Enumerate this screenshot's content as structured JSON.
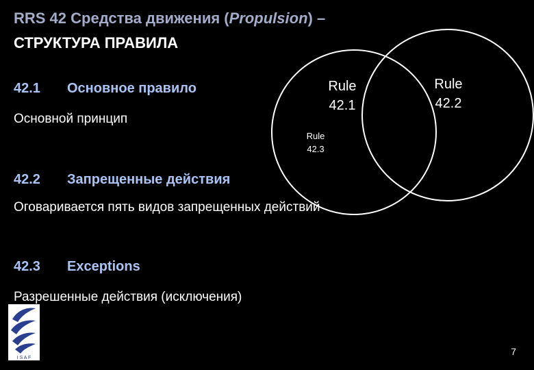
{
  "title": {
    "line1_prefix": "RRS 42 Средства движения (",
    "line1_italic": "Propulsion",
    "line1_suffix": ") –",
    "line2": "СТРУКТУРА ПРАВИЛА"
  },
  "sections": [
    {
      "number": "42.1",
      "heading": "Основное правило",
      "text": "Основной принцип"
    },
    {
      "number": "42.2",
      "heading": "Запрещенные действия",
      "text": "Оговаривается пять видов запрещенных действий"
    },
    {
      "number": "42.3",
      "heading": "Exceptions",
      "text": "Разрешенные действия (исключения)"
    }
  ],
  "venn": {
    "rule1": {
      "line1": "Rule",
      "line2": "42.1"
    },
    "rule2": {
      "line1": "Rule",
      "line2": "42.2"
    },
    "rule3": {
      "line1": "Rule",
      "line2": "42.3"
    }
  },
  "logo": {
    "letters": "I S A F"
  },
  "page_number": "7",
  "colors": {
    "background": "#000000",
    "title_line1": "#a3adc9",
    "heading": "#a9c4f4",
    "text": "#ffffff"
  }
}
